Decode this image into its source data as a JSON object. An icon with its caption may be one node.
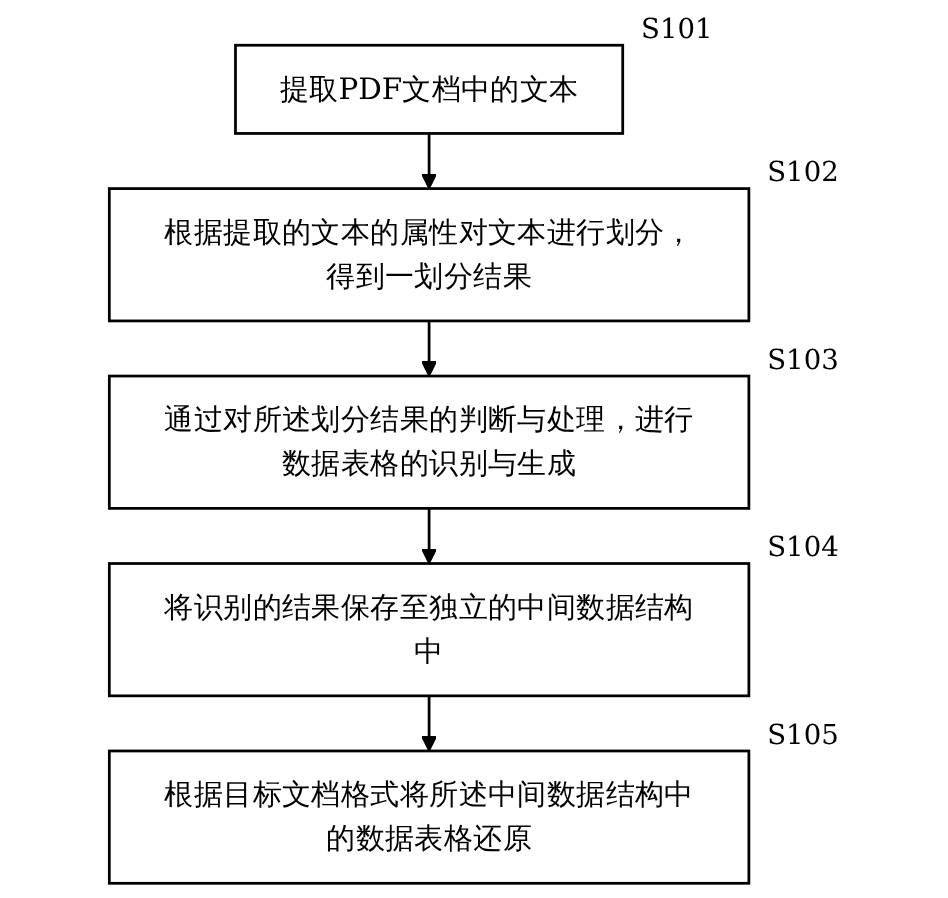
{
  "diagram": {
    "nodes": [
      {
        "text": [
          "提取PDF文档中的文本"
        ],
        "beside": [
          "S101"
        ]
      },
      {
        "text": [
          "根据提取的文本的属性对文本进行划分，得到一划分结果"
        ],
        "beside": [
          "S102"
        ]
      },
      {
        "text": [
          "通过对所述划分结果的判断与处理，进行数据表格的识别与生成"
        ],
        "beside": [
          "S103"
        ]
      },
      {
        "text": [
          "将识别的结果保存至独立的中间数据结构中"
        ],
        "beside": [
          "S104"
        ]
      },
      {
        "text": [
          "根据目标文档格式将所述中间数据结构中的数据表格还原"
        ],
        "beside": [
          "S105"
        ]
      }
    ],
    "edges": [
      {
        "from": 0,
        "to": 1,
        "arrow": "to"
      },
      {
        "from": 1,
        "to": 2,
        "arrow": "to"
      },
      {
        "from": 2,
        "to": 3,
        "arrow": "to"
      },
      {
        "from": 3,
        "to": 4,
        "arrow": "to"
      }
    ]
  }
}
